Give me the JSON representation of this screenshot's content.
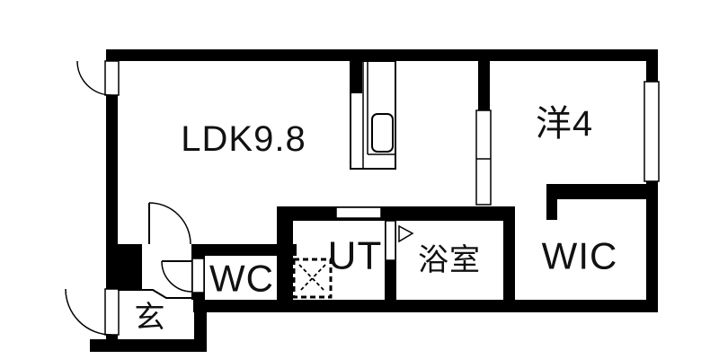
{
  "plan": {
    "type": "apartment-floor-plan",
    "rooms": {
      "ldk": {
        "label": "LDK9.8"
      },
      "western": {
        "label": "洋4"
      },
      "wic": {
        "label": "WIC"
      },
      "bath": {
        "label": "浴室"
      },
      "utility": {
        "label": "UT"
      },
      "toilet": {
        "label": "WC"
      },
      "entrance": {
        "label": "玄"
      }
    },
    "colors": {
      "wall": "#000000",
      "floor": "#ffffff",
      "line": "#000000",
      "text": "#111111"
    }
  }
}
